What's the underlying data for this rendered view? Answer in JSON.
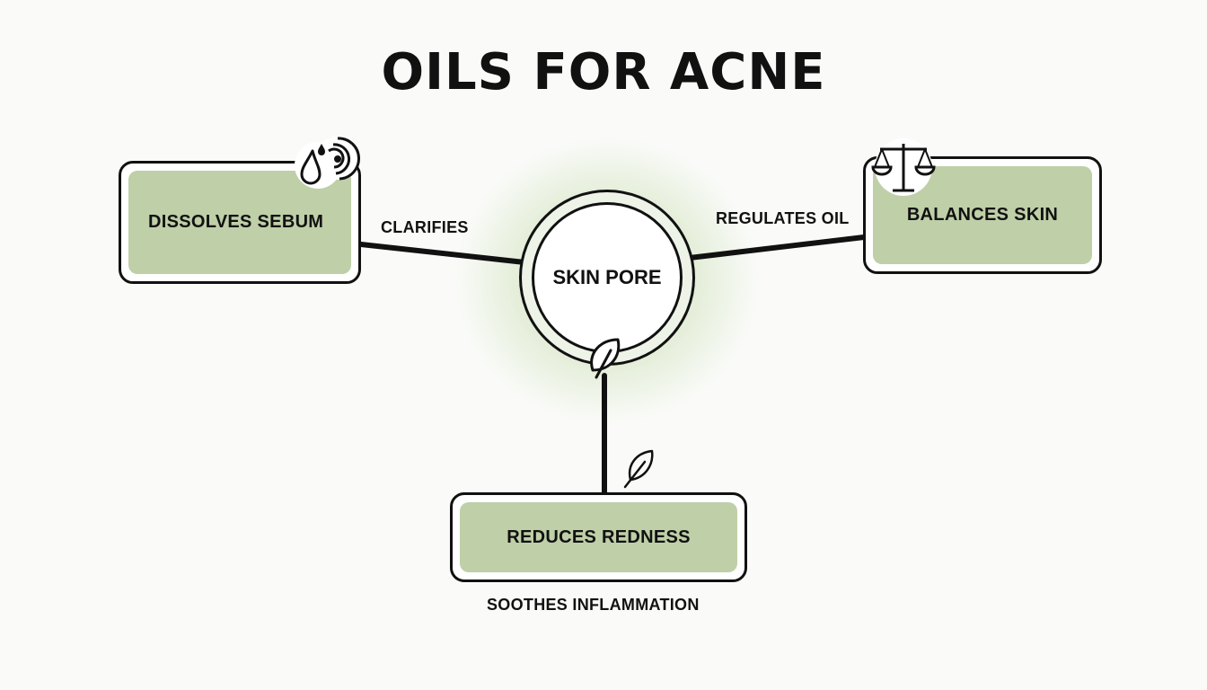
{
  "title": "OILS FOR ACNE",
  "center": {
    "label": "SKIN PORE"
  },
  "nodes": {
    "left": {
      "label": "DISSOLVES SEBUM",
      "icon": "oil-drop-icon"
    },
    "right": {
      "label": "BALANCES SKIN",
      "icon": "scales-icon"
    },
    "bottom": {
      "label": "REDUCES REDNESS",
      "icon": "leaf-icon"
    }
  },
  "edges": {
    "left": "CLARIFIES",
    "right": "REGULATES OIL",
    "bottom": "SOOTHES INFLAMMATION"
  },
  "colors": {
    "box_fill": "#bfcfa8",
    "glow": "#a6c480",
    "stroke": "#111111",
    "background": "#fafbf9"
  }
}
